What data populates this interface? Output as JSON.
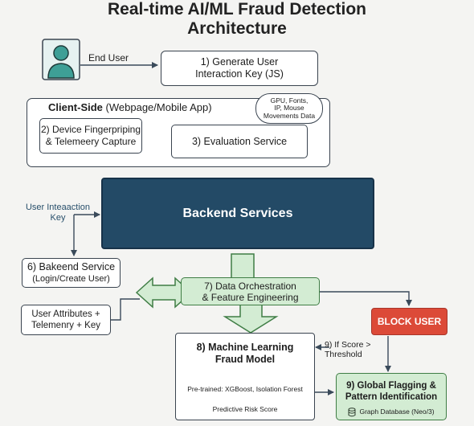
{
  "title": "Real-time AI/ML Fraud Detection\nArchitecture",
  "end_user": {
    "label": "End User"
  },
  "step1": {
    "label": "1) Generate User\nInteraction Key (JS)"
  },
  "client_side": {
    "title": "Client-Side",
    "subtitle": "(Webpage/Mobile App)",
    "cloud_note": "GPU, Fonts,\nIP, Mouse\nMovements Data",
    "step2": "2) Device Fingerpriping\n& Telemeery Capture",
    "step3": "3) Evaluation Service"
  },
  "backend": {
    "title": "Backend Services",
    "key_label": "User Inteaaction\nKey"
  },
  "step6": {
    "title": "6) Bakeend Service",
    "subtitle": "(Login/Create User)"
  },
  "attributes": {
    "label": "User Attributes +\nTelemenry + Key"
  },
  "step7": {
    "label": "7) Data Orchestration\n& Feature Engineering"
  },
  "block": {
    "label": "BLOCK USER"
  },
  "step8": {
    "title": "8) Machine Learning\nFraud Model",
    "pretrained": "Pre-trained: XGBoost, Isolation Forest",
    "score": "Predictive Risk Score"
  },
  "condition": {
    "label": "9) If Score >\nThreshold"
  },
  "step9": {
    "title": "9) Global Flagging &\nPattern Identification",
    "db": "Graph Database (Neo/3)"
  },
  "colors": {
    "backend_fill": "#234a66",
    "green_fill": "#d3ecd3",
    "green_border": "#3f7d45",
    "block_fill": "#dc4a38",
    "accent_blue": "#284f6b"
  }
}
